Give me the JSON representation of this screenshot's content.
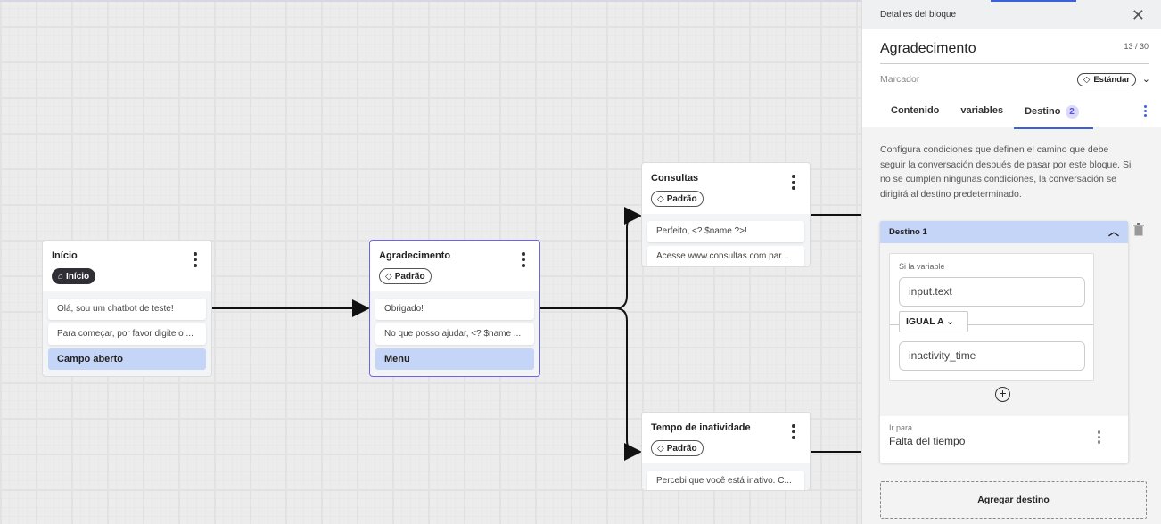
{
  "canvas": {
    "nodes": [
      {
        "title": "Início",
        "tag": "Início",
        "tag_icon": "home-icon",
        "messages": [
          "Olá, sou um chatbot de teste!",
          "Para começar, por favor digite o ..."
        ],
        "input": "Campo aberto"
      },
      {
        "title": "Agradecimento",
        "tag": "Padrão",
        "tag_icon": "tag-icon",
        "messages": [
          "Obrigado!",
          "No que posso ajudar, <? $name ..."
        ],
        "input": "Menu"
      },
      {
        "title": "Consultas",
        "tag": "Padrão",
        "tag_icon": "tag-icon",
        "messages": [
          "Perfeito, <? $name ?>!",
          "Acesse www.consultas.com par..."
        ]
      },
      {
        "title": "Tempo de inatividade",
        "tag": "Padrão",
        "tag_icon": "tag-icon",
        "messages": [
          "Percebi que você está inativo. C..."
        ]
      }
    ],
    "selected_color": "#6c63e8"
  },
  "panel": {
    "header": "Detalles del bloque",
    "block_name": "Agradecimento",
    "counter": "13 / 30",
    "marker_label": "Marcador",
    "marker_value": "Estándar",
    "tabs": [
      {
        "label": "Contenido"
      },
      {
        "label": "variables"
      },
      {
        "label": "Destino",
        "badge": "2",
        "active": true
      }
    ],
    "description": "Configura condiciones que definen el camino que debe seguir la conversación después de pasar por este bloque. Si no se cumplen ningunas condiciones, la conversación se dirigirá al destino predeterminado.",
    "destino": {
      "title": "Destino 1",
      "condition_label": "Si la variable",
      "variable": "input.text",
      "operator": "IGUAL A",
      "value": "inactivity_time",
      "goto_label": "Ir para",
      "goto_value": "Falta del tiempo"
    },
    "add_button": "Agregar destino",
    "accent": "#3a62d6"
  }
}
